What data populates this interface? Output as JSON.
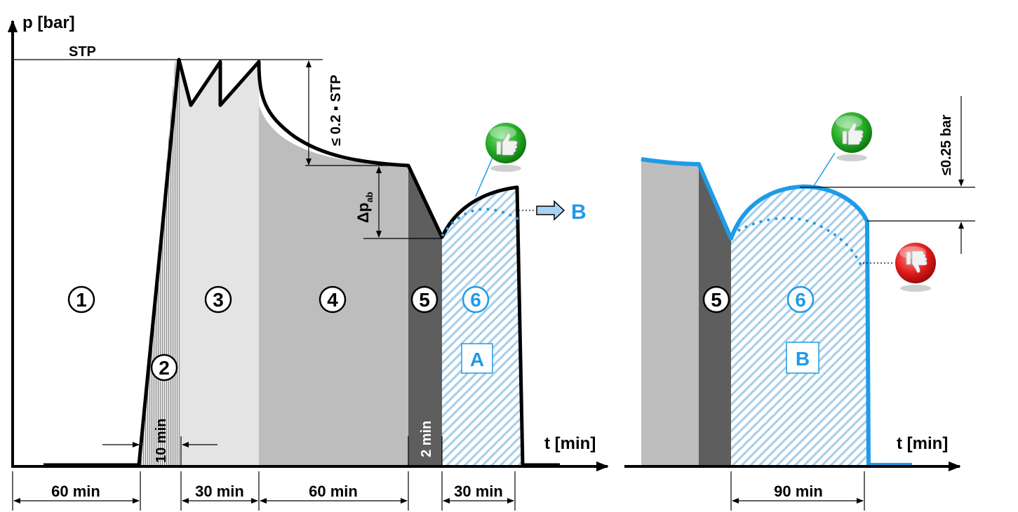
{
  "axes": {
    "y_label": "p [bar]",
    "x_label_left": "t [min]",
    "x_label_right": "t [min]",
    "stp_label": "STP"
  },
  "annotations": {
    "drop_limit": "≤ 0.2 ▪ STP",
    "delta_p": "Δp",
    "delta_p_sub": "ab",
    "rise_limit": "≤0.25 bar",
    "duration_phase2": "10 min",
    "duration_phase5": "2 min",
    "to_b": "B"
  },
  "phases": {
    "p1": "1",
    "p2": "2",
    "p3": "3",
    "p4": "4",
    "p5": "5",
    "p6": "6",
    "p5_right": "5",
    "p6_right": "6"
  },
  "boxes": {
    "a": "A",
    "b": "B"
  },
  "durations": {
    "d1": "60 min",
    "d3": "30 min",
    "d4": "60 min",
    "d6": "30 min",
    "d6_right": "90 min"
  },
  "icons": {
    "pass": "thumbs-up-icon",
    "fail": "thumbs-down-icon"
  },
  "colors": {
    "blue": "#1e9be8",
    "phase2": "#d0d0d0",
    "phase3": "#e4e4e4",
    "phase4": "#bdbdbd",
    "phase5": "#5e5e5e",
    "pass": "#2fb52f",
    "fail": "#e31b1b"
  }
}
